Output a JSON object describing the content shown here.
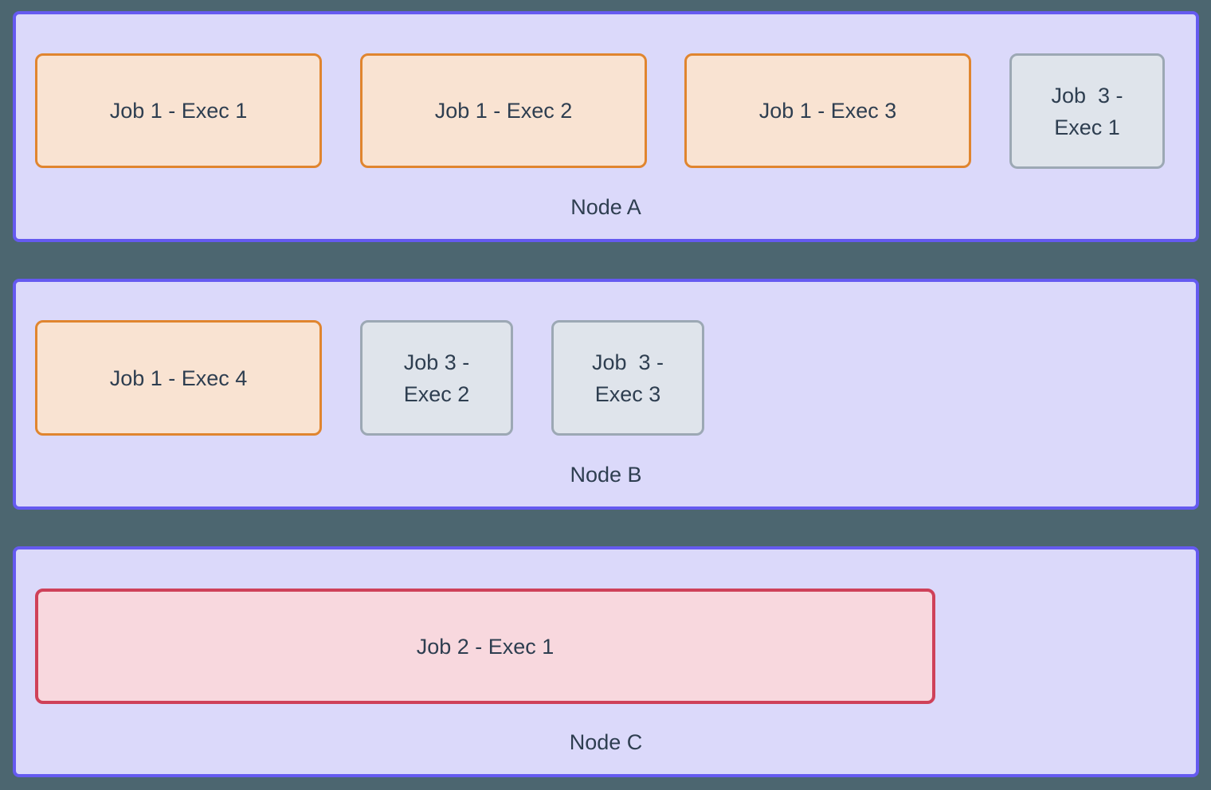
{
  "colors": {
    "background": "#4C6670",
    "node_fill": "#DBD9FA",
    "node_border": "#655AF0",
    "job1_fill": "#F9E3D2",
    "job1_border": "#E0852F",
    "job2_fill": "#F8D8DE",
    "job2_border": "#CF4159",
    "job3_fill": "#DFE4EB",
    "job3_border": "#9CA8B4",
    "text": "#2E3E50"
  },
  "nodes": [
    {
      "label": "Node A",
      "executors": [
        {
          "job": "Job 1",
          "lines": [
            "Job 1 - Exec 1"
          ]
        },
        {
          "job": "Job 1",
          "lines": [
            "Job 1 - Exec 2"
          ]
        },
        {
          "job": "Job 1",
          "lines": [
            "Job 1 - Exec 3"
          ]
        },
        {
          "job": "Job 3",
          "lines": [
            "Job  3 -",
            "Exec 1"
          ]
        }
      ]
    },
    {
      "label": "Node B",
      "executors": [
        {
          "job": "Job 1",
          "lines": [
            "Job 1 - Exec 4"
          ]
        },
        {
          "job": "Job 3",
          "lines": [
            "Job 3 -",
            "Exec 2"
          ]
        },
        {
          "job": "Job 3",
          "lines": [
            "Job  3 -",
            "Exec 3"
          ]
        }
      ]
    },
    {
      "label": "Node C",
      "executors": [
        {
          "job": "Job 2",
          "lines": [
            "Job 2 - Exec 1"
          ]
        }
      ]
    }
  ]
}
